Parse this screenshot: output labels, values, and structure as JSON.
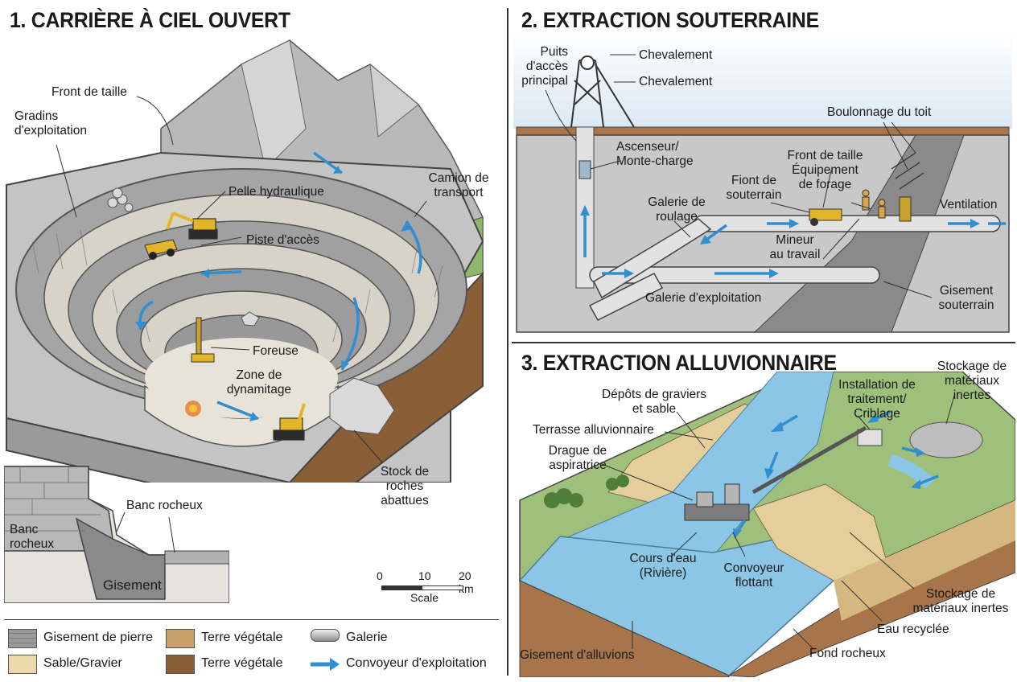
{
  "panel1": {
    "title": "1. CARRIÈRE À CIEL OUVERT",
    "labels": {
      "front_taille": "Front de taille",
      "gradins": "Gradins\nd'exploitation",
      "camion": "Camion de\ntransport",
      "pelle": "Pelle hydraulique",
      "piste": "Piste d'accès",
      "foreuse": "Foreuse",
      "dynamitage": "Zone de\ndynamitage",
      "stock": "Stock de\nroches\nabattues"
    },
    "inset": {
      "banc_right": "Banc rocheux",
      "banc_left": "Banc\nrocheux",
      "gisement": "Gisement"
    },
    "scale": {
      "ticks": [
        "0",
        "10",
        "20 km"
      ],
      "label": "Scale"
    }
  },
  "legend": [
    {
      "label": "Gisement de pierre",
      "swatch": "stone",
      "color": "#9a9a9a"
    },
    {
      "label": "Sable/Gravier",
      "swatch": "sand",
      "color": "#ecd9a8"
    },
    {
      "label": "Terre végétale",
      "swatch": "soil-light",
      "color": "#c9a06a"
    },
    {
      "label": "Terre végétale",
      "swatch": "soil-dark",
      "color": "#8a5e36"
    },
    {
      "label": "Galerie",
      "swatch": "galerie",
      "color": "#8c8c8c"
    },
    {
      "label": "Convoyeur d'exploitation",
      "swatch": "arrow",
      "color": "#2f8fd0"
    }
  ],
  "panel2": {
    "title": "2. EXTRACTION SOUTERRAINE",
    "labels": {
      "puits": "Puits\nd'accès\nprincipal",
      "chevalement1": "Chevalement",
      "chevalement2": "Chevalement",
      "boulonnage": "Boulonnage du toit",
      "ascenseur": "Ascenseur/\nMonte-charge",
      "front_taille": "Front de taille\nÉquipement\nde forage",
      "fiont": "Fiont de\nsouterrain",
      "galerie_roulage": "Galerie de\nroulage",
      "ventilation": "Ventilation",
      "mineur": "Mineur\nau travail",
      "galerie_exploitation": "Galerie d'exploitation",
      "gisement": "Gisement\nsouterrain"
    }
  },
  "panel3": {
    "title": "3. EXTRACTION ALLUVIONNAIRE",
    "labels": {
      "depots": "Dépôts de graviers\net sable",
      "installation": "Installation de\ntraitement/\nCriblage",
      "stockage_top": "Stockage de\nmatériaux\ninertes",
      "terrasse": "Terrasse alluvionnaire",
      "drague": "Drague de\naspiratrice",
      "cours": "Cours d'eau\n(Rivière)",
      "convoyeur": "Convoyeur\nflottant",
      "stockage_bottom": "Stockage de\nmatériaux inertes",
      "eau": "Eau recyclée",
      "gisement": "Gisement d'alluvions",
      "fond": "Fond rocheux"
    }
  },
  "colors": {
    "rock": "#a9a9a9",
    "rock_dark": "#7d7d7d",
    "soil": "#8a5e36",
    "sand": "#e4cf9b",
    "water": "#8cc6e6",
    "arrow": "#2f8fd0",
    "grass": "#8fb86a"
  }
}
